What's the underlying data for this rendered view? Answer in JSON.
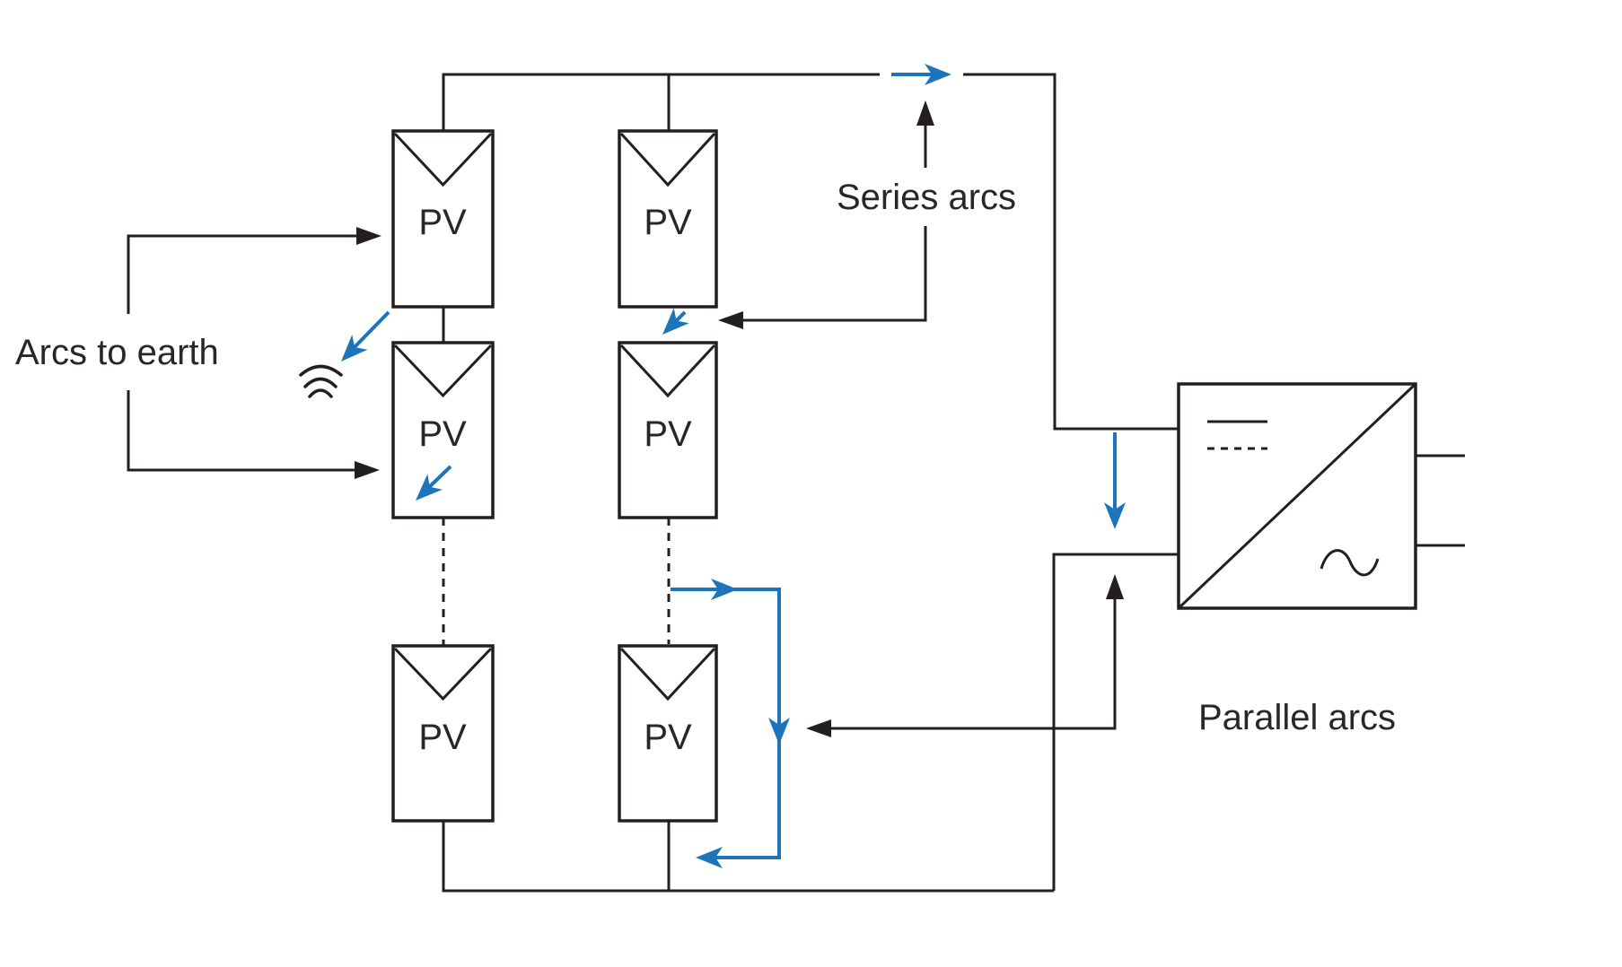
{
  "title": "PV string arc fault types diagram",
  "colors": {
    "line": "#231f20",
    "blue": "#1c75bc",
    "text": "#2a2526",
    "background": "#ffffff"
  },
  "labels": {
    "arcs_to_earth": "Arcs to earth",
    "series_arcs": "Series arcs",
    "parallel_arcs": "Parallel arcs",
    "pv_module": "PV"
  },
  "icons": {
    "arc_discharge": "nested-arcs",
    "dc_symbol": "solid-over-dashed-line",
    "ac_symbol": "sine-wave",
    "arrow_black": "triangle-arrowhead",
    "arrow_blue": "notched-arrowhead"
  }
}
